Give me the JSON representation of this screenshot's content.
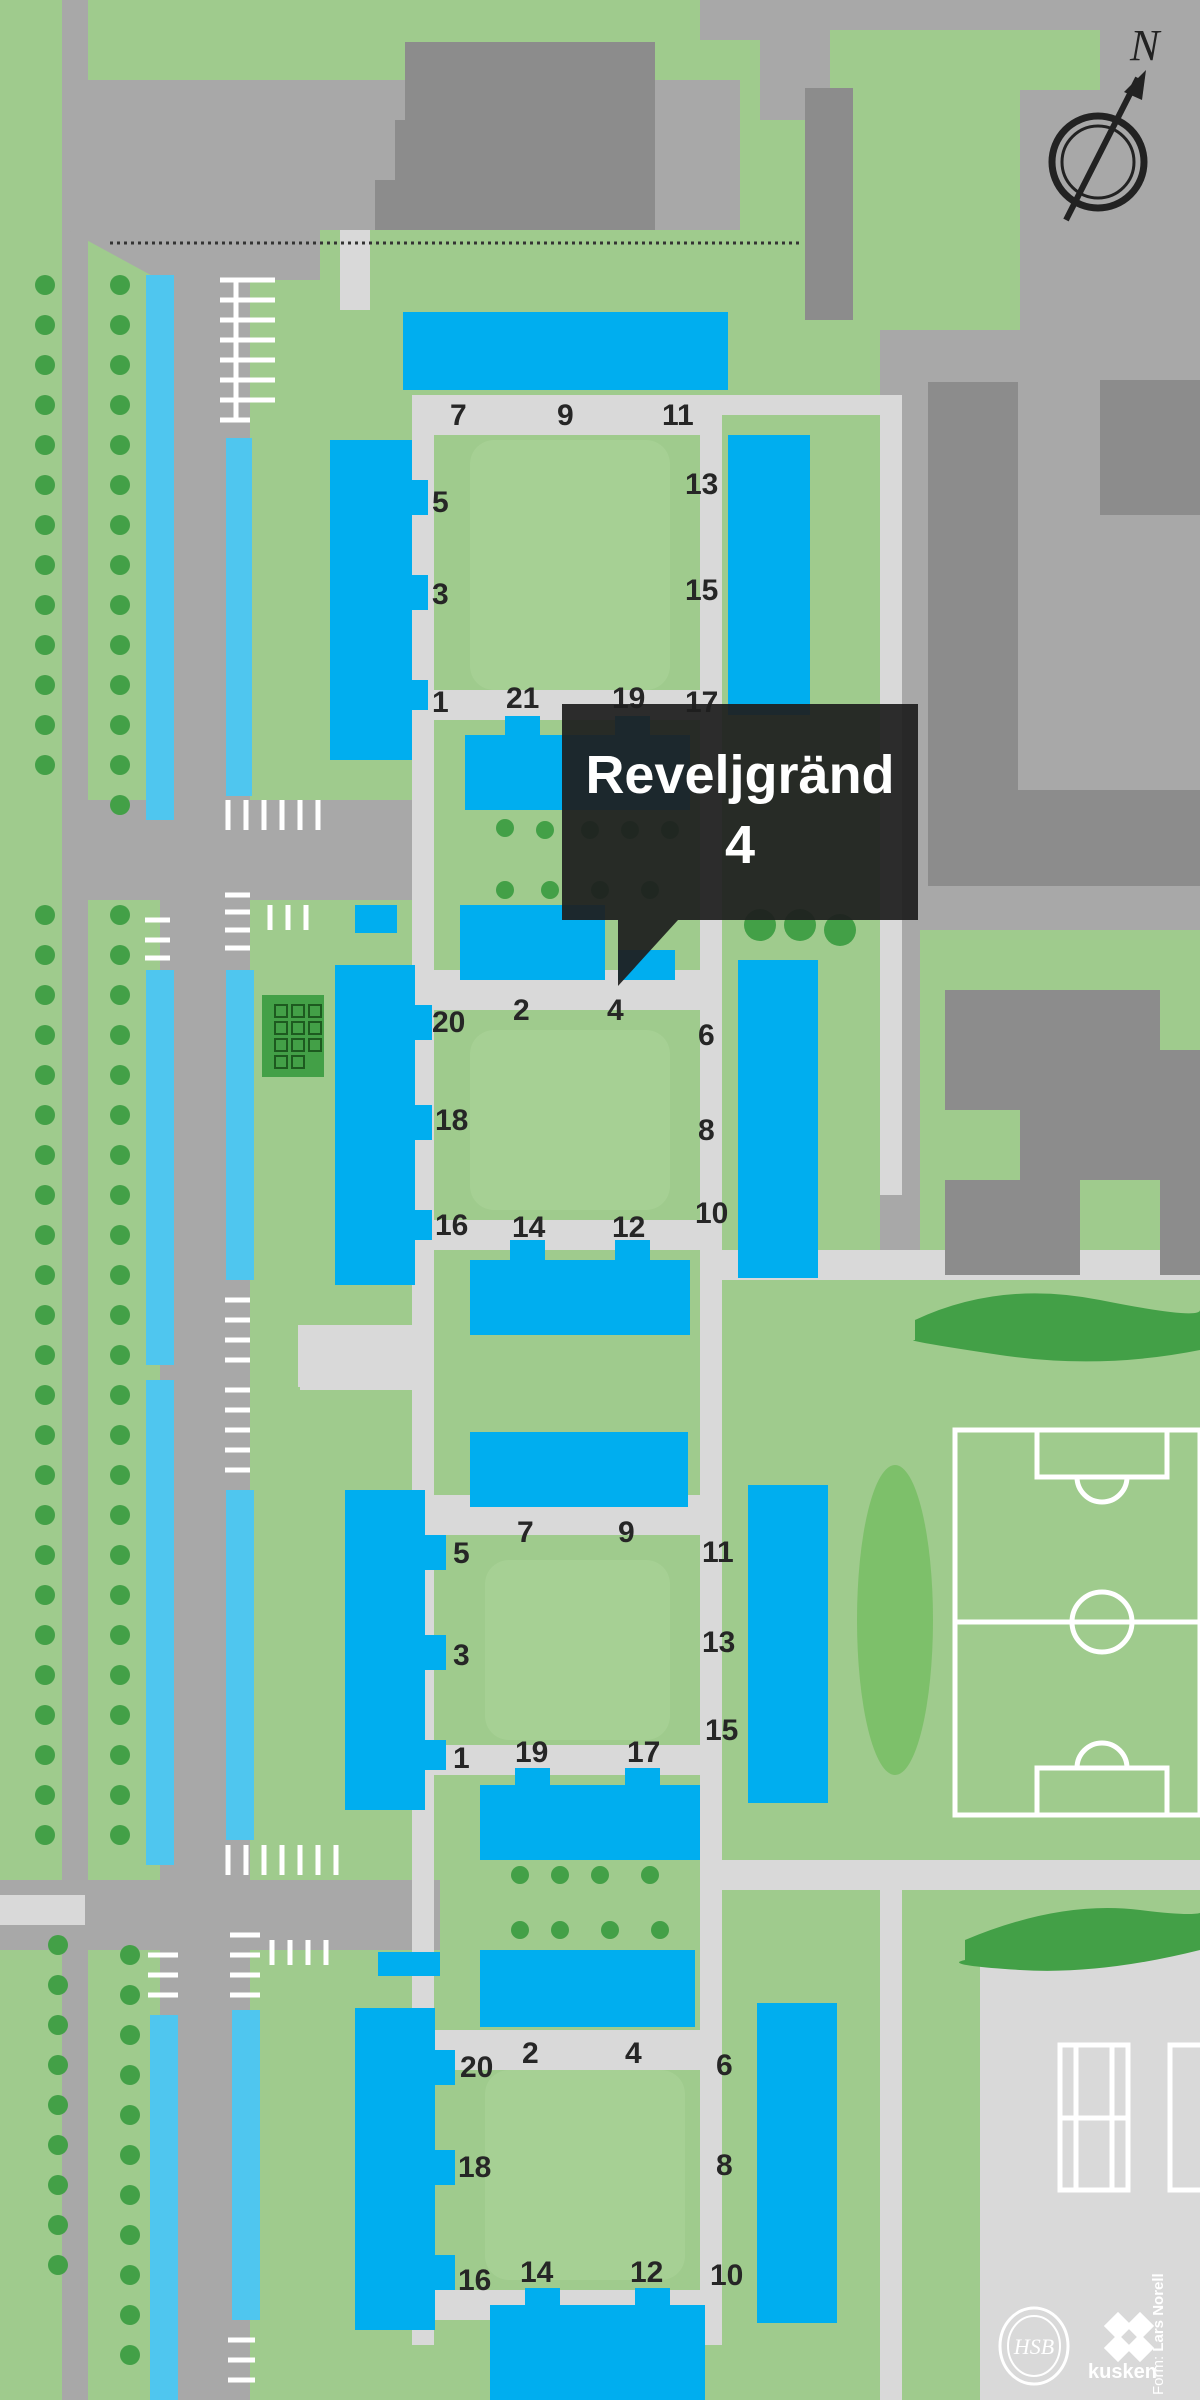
{
  "map": {
    "colors": {
      "grass": "#9fcb8d",
      "road": "#a8a8a8",
      "path": "#d9d9d9",
      "building_neighbor": "#8c8c8c",
      "building_residential": "#00aeef",
      "carport": "#4fc6ef",
      "tree": "#43a047",
      "callout_bg": "#1e1e1e"
    },
    "callout": {
      "line1": "Reveljgränd",
      "line2": "4"
    },
    "compass": {
      "label": "N",
      "icon": "compass-north-arrow"
    },
    "house_numbers": {
      "block1": [
        "7",
        "9",
        "11",
        "13",
        "15",
        "17",
        "19",
        "21",
        "1",
        "3",
        "5"
      ],
      "block2": [
        "2",
        "4",
        "6",
        "8",
        "10",
        "12",
        "14",
        "16",
        "18",
        "20"
      ],
      "block3": [
        "7",
        "9",
        "11",
        "13",
        "15",
        "17",
        "19",
        "1",
        "3",
        "5"
      ],
      "block4": [
        "2",
        "4",
        "6",
        "8",
        "10",
        "12",
        "14",
        "16",
        "18",
        "20"
      ]
    },
    "credits": {
      "prefix": "Form: ",
      "author": "Lars Norell",
      "logo_hsb": "HSB",
      "logo_kusken": "kusken"
    }
  }
}
